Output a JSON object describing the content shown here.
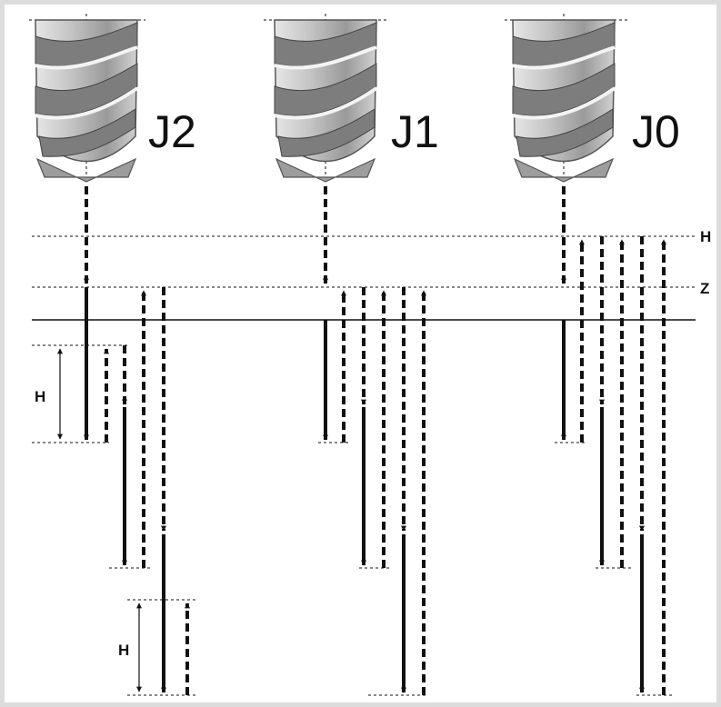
{
  "diagram": {
    "drills": [
      {
        "label": "J2"
      },
      {
        "label": "J1"
      },
      {
        "label": "J0"
      }
    ],
    "right_labels": {
      "h": "H",
      "z": "Z"
    },
    "dimension_labels": {
      "upper": "H",
      "lower": "H"
    }
  },
  "colors": {
    "line": "#111111",
    "drill_body": "#b8b8b8",
    "drill_dark": "#7a7a7a",
    "frame": "#dcdcdc"
  }
}
